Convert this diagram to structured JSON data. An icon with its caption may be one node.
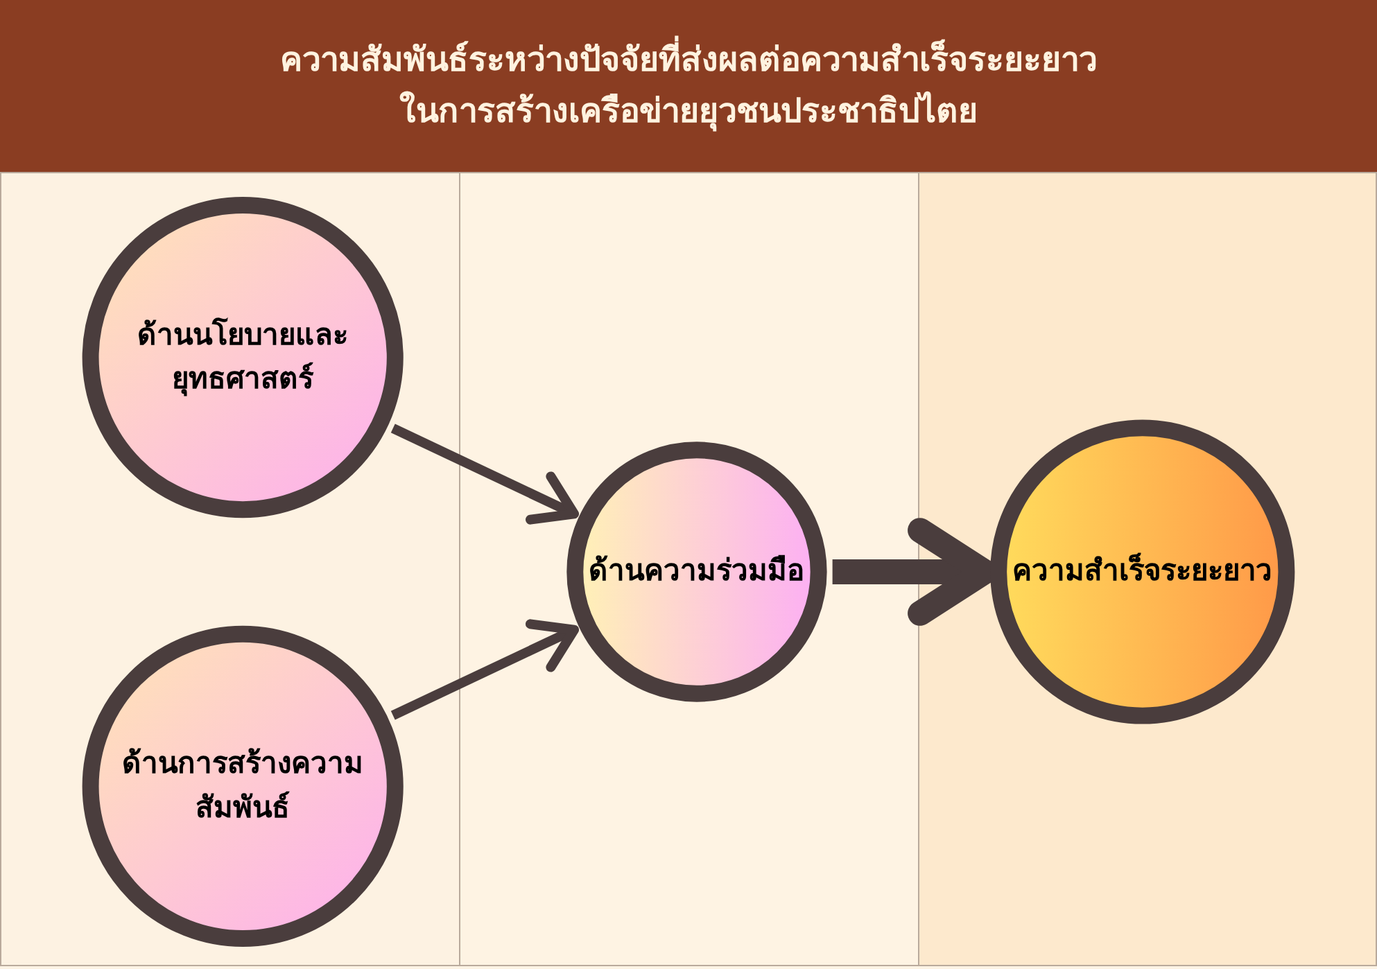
{
  "diagram": {
    "title": "ความสัมพันธ์ระหว่างปัจจัยที่ส่งผลต่อความสำเร็จระยะยาวในการสร้างเครือข่ายยุวชนประชาธิปไตย",
    "nodes": [
      {
        "text": [
          "ด้านนโยบายและยุทธศาสตร์"
        ]
      },
      {
        "text": [
          "ด้านการสร้างความสัมพันธ์"
        ]
      },
      {
        "text": [
          "ด้านความร่วมมือ"
        ]
      },
      {
        "text": [
          "ความสำเร็จระยะยาว"
        ]
      }
    ],
    "edges": [
      {
        "from": 0,
        "to": 2,
        "arrow": "to"
      },
      {
        "from": 1,
        "to": 2,
        "arrow": "to"
      },
      {
        "from": 2,
        "to": 3,
        "arrow": "to",
        "style": "thick"
      }
    ]
  }
}
